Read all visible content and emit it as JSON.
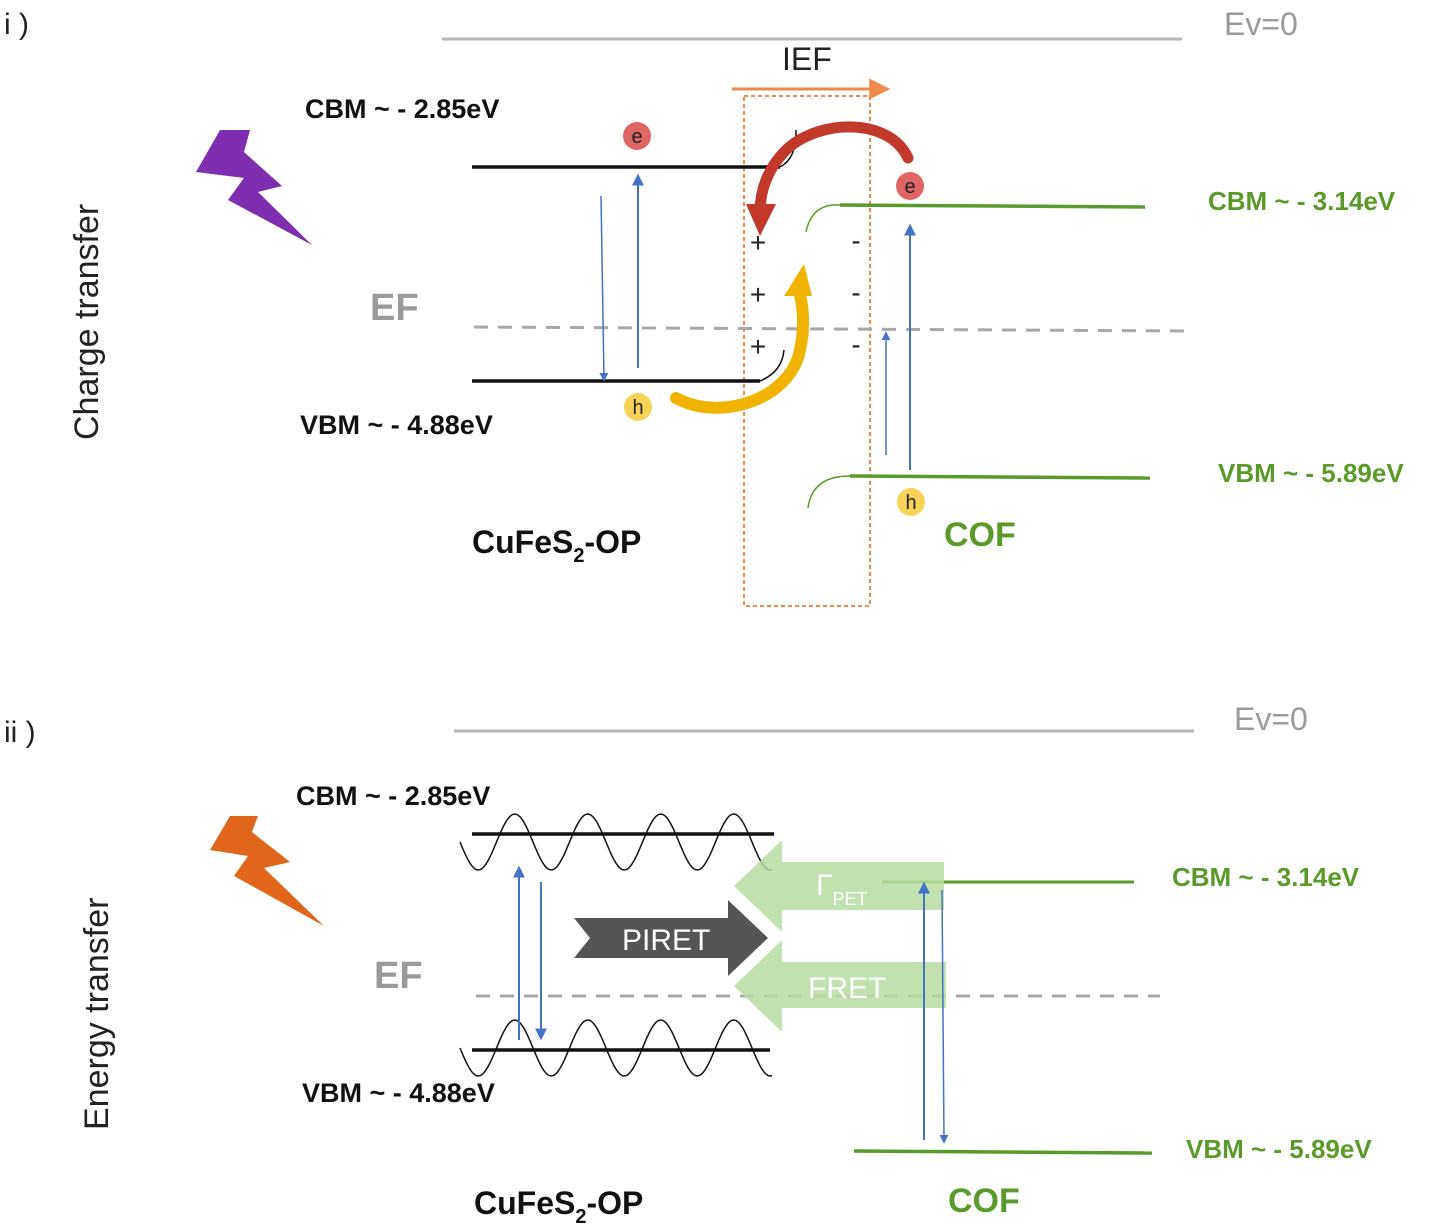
{
  "colors": {
    "black": "#111111",
    "green": "#5a9a2a",
    "gray": "#9a9a9a",
    "light_gray_line": "#b9b9b9",
    "blue_arrow": "#4472c4",
    "red_arrow": "#c0392b",
    "yellow_arrow": "#f0b400",
    "electron_fill": "#e06666",
    "hole_fill": "#f7d358",
    "ief_box": "#f08a4b",
    "purple_bolt": "#7d2fb0",
    "orange_bolt": "#e0661b",
    "piret_arrow": "#555555",
    "pet_arrow": "#b6dca0"
  },
  "panel_i": {
    "label": "i )",
    "side_label": "Charge transfer",
    "ev_label": "Ev=0",
    "ief_label": "IEF",
    "ef_label": "EF",
    "cufes2": {
      "cbm_label": "CBM ~ - 2.85eV",
      "vbm_label": "VBM ~ - 4.88eV",
      "name_main": "CuFeS",
      "name_sub": "2",
      "name_tail": "-OP"
    },
    "cof": {
      "cbm_label": "CBM ~ - 3.14eV",
      "vbm_label": "VBM ~ - 5.89eV",
      "name": "COF"
    },
    "electron_symbol": "e",
    "hole_symbol": "h",
    "plus_symbol": "+",
    "minus_symbol": "-",
    "icons": [
      "lightning-bolt-icon"
    ]
  },
  "panel_ii": {
    "label": "ii )",
    "side_label": "Energy transfer",
    "ev_label": "Ev=0",
    "ef_label": "EF",
    "cufes2": {
      "cbm_label": "CBM ~ - 2.85eV",
      "vbm_label": "VBM ~ - 4.88eV",
      "name_main": "CuFeS",
      "name_sub": "2",
      "name_tail": "-OP"
    },
    "cof": {
      "cbm_label": "CBM ~ - 3.14eV",
      "vbm_label": "VBM ~ - 5.89eV",
      "name": "COF"
    },
    "piret_label": "PIRET",
    "pet_main": "Γ",
    "pet_sub": "PET",
    "fret_label": "FRET",
    "icons": [
      "lightning-bolt-icon"
    ]
  }
}
